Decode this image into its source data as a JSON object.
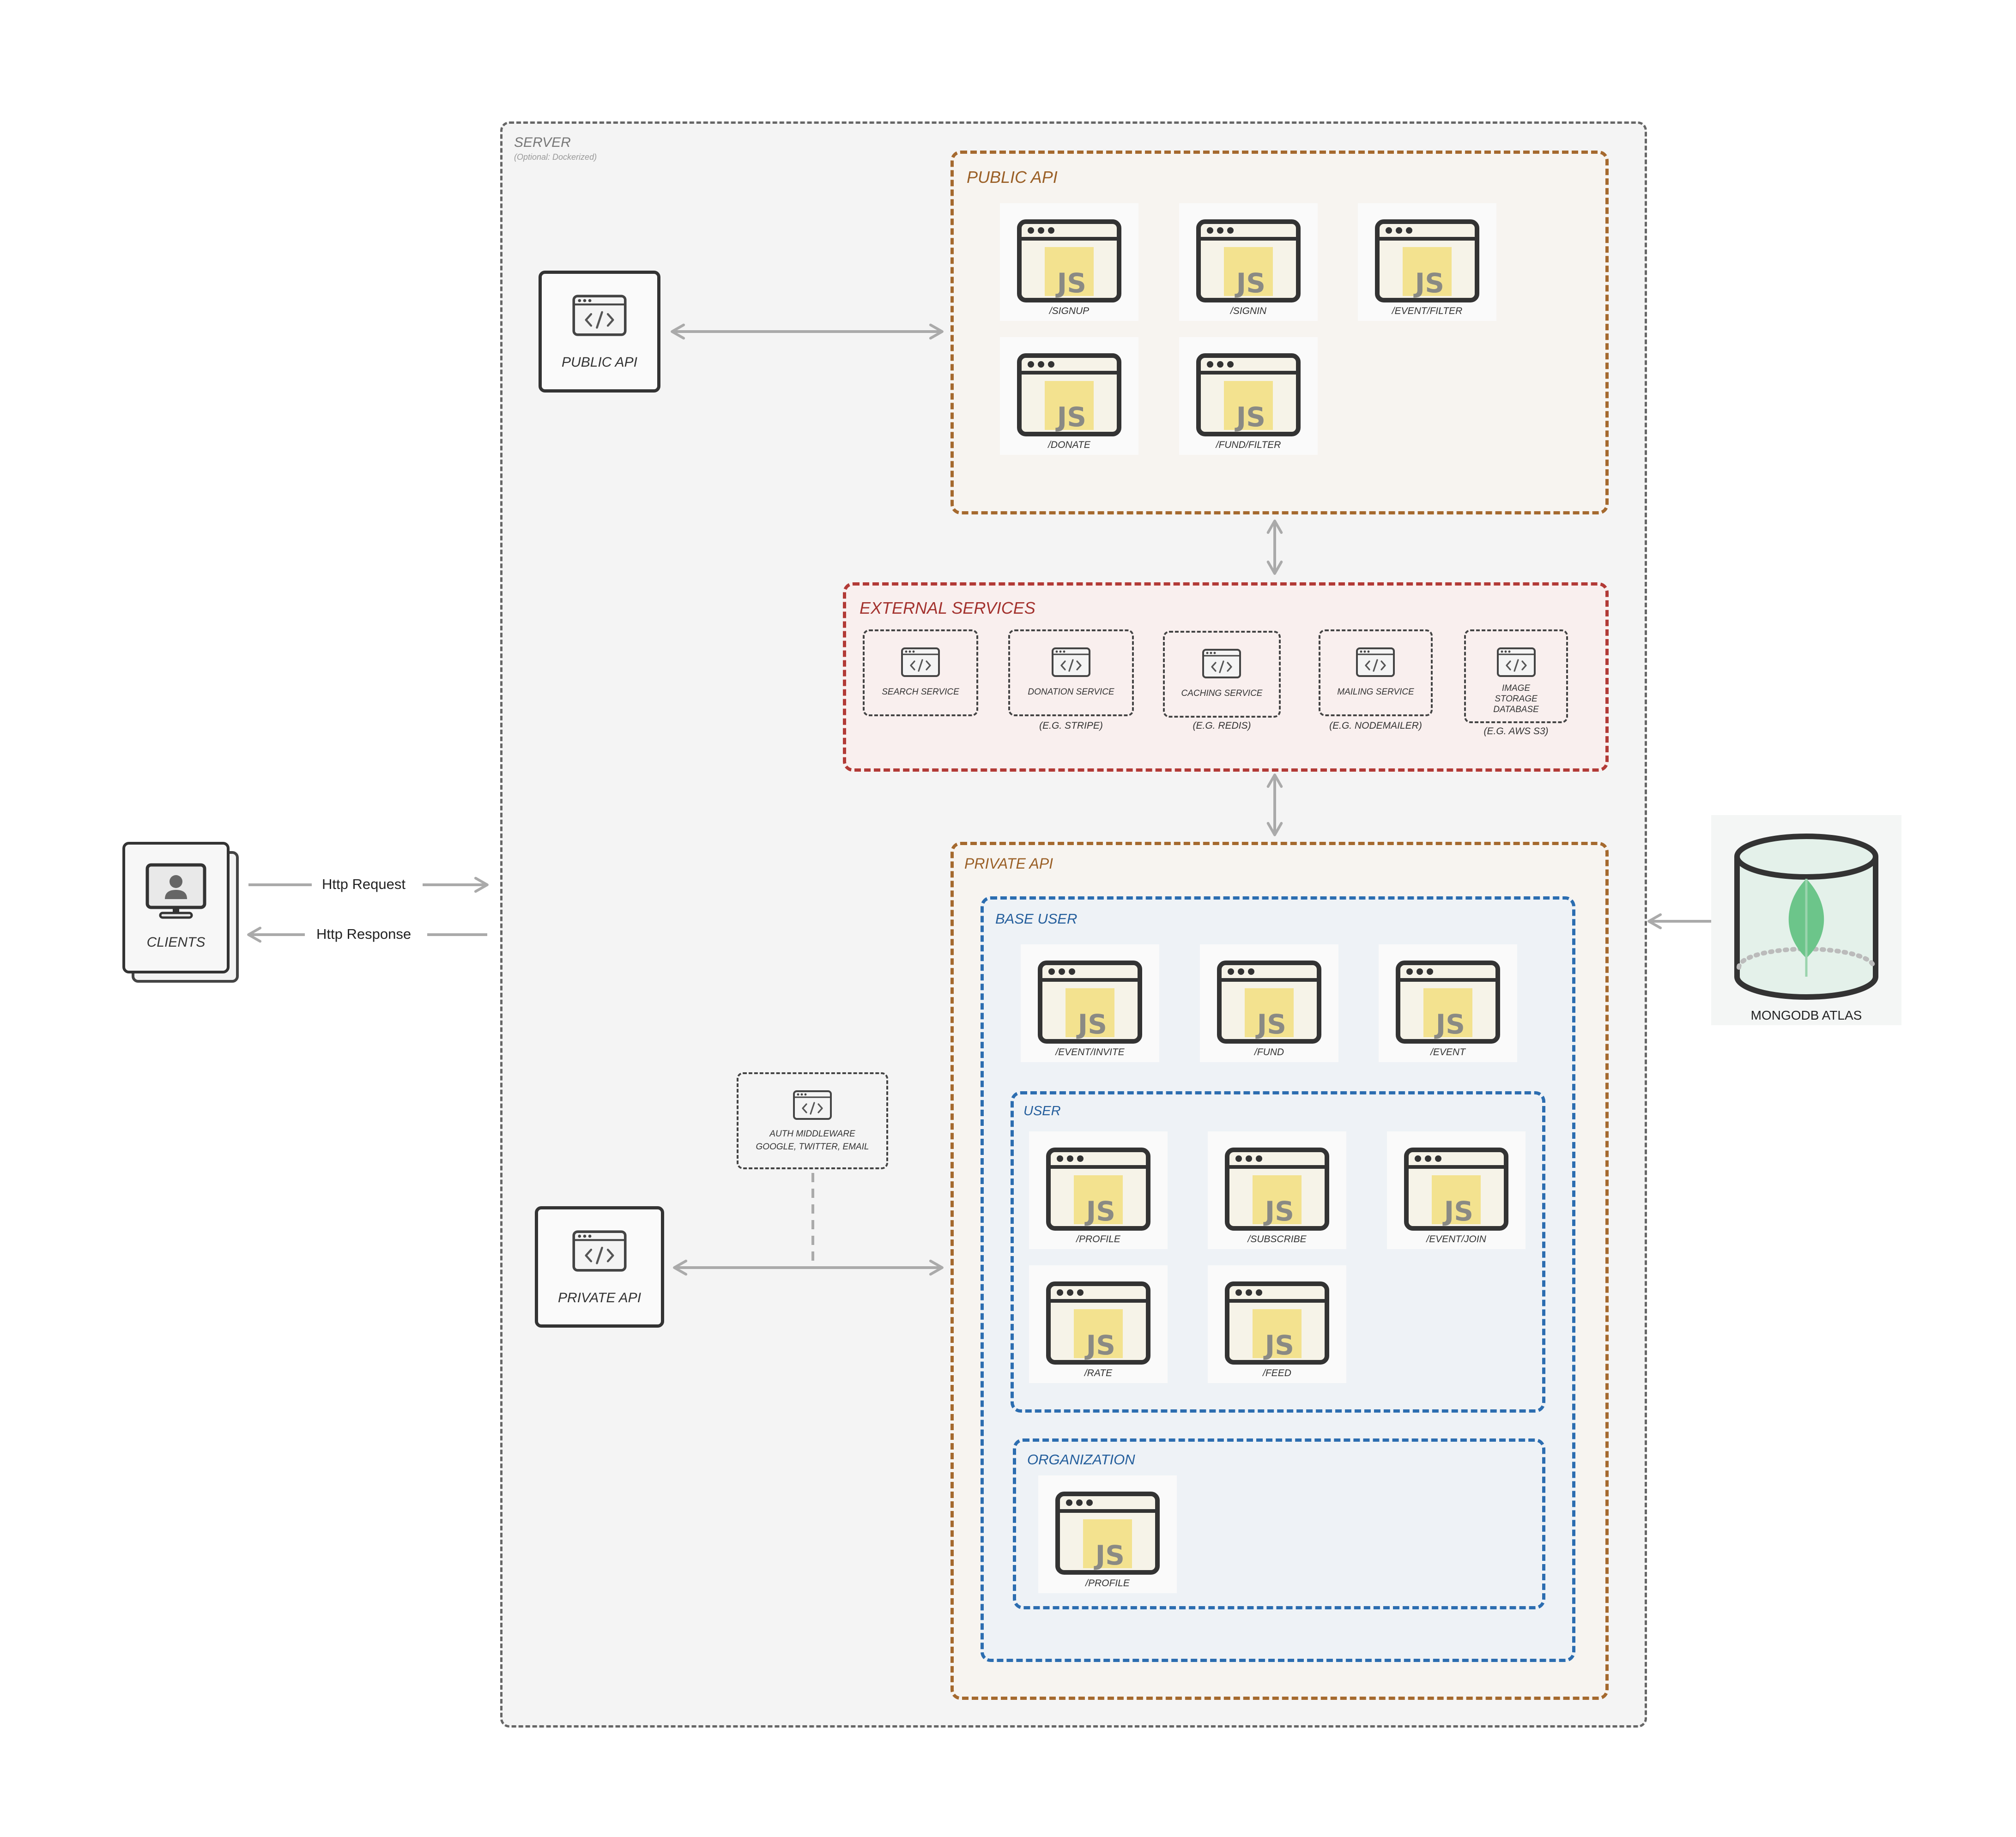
{
  "server": {
    "title": "SERVER",
    "subtitle": "(Optional: Dockerized)"
  },
  "clients": {
    "label": "CLIENTS"
  },
  "http": {
    "request": "Http Request",
    "response": "Http Response"
  },
  "public_api_card": {
    "label": "PUBLIC API"
  },
  "private_api_card": {
    "label": "PRIVATE API"
  },
  "public_api": {
    "title": "PUBLIC API",
    "endpoints": [
      "/SIGNUP",
      "/SIGNIN",
      "/EVENT/FILTER",
      "/DONATE",
      "/FUND/FILTER"
    ]
  },
  "external_services": {
    "title": "EXTERNAL SERVICES",
    "services": [
      {
        "name": "SEARCH SERVICE",
        "example": ""
      },
      {
        "name": "DONATION SERVICE",
        "example": "(E.G. STRIPE)"
      },
      {
        "name": "CACHING SERVICE",
        "example": "(E.G. REDIS)"
      },
      {
        "name": "MAILING SERVICE",
        "example": "(E.G. NODEMAILER)"
      },
      {
        "name": "IMAGE STORAGE DATABASE",
        "example": "(E.G. AWS S3)"
      }
    ]
  },
  "private_api": {
    "title": "PRIVATE API",
    "base_user": {
      "title": "BASE USER",
      "endpoints": [
        "/EVENT/INVITE",
        "/FUND",
        "/EVENT"
      ]
    },
    "user": {
      "title": "USER",
      "endpoints": [
        "/PROFILE",
        "/SUBSCRIBE",
        "/EVENT/JOIN",
        "/RATE",
        "/FEED"
      ]
    },
    "organization": {
      "title": "ORGANIZATION",
      "endpoints": [
        "/PROFILE"
      ]
    }
  },
  "auth_middleware": {
    "title": "AUTH MIDDLEWARE",
    "providers": "GOOGLE, TWITTER, EMAIL"
  },
  "database": {
    "label": "MONGODB ATLAS"
  },
  "icons": {
    "endpoint": "js-file-icon",
    "service": "code-window-icon",
    "clients": "monitor-user-icon",
    "database": "mongodb-leaf-icon"
  },
  "colors": {
    "public_api": "#a5692e",
    "external_services": "#b23a36",
    "private_api": "#a5692e",
    "user_groups": "#2c6db0",
    "js_badge": "#f3e28f",
    "mongodb_leaf": "#6cc58a"
  }
}
